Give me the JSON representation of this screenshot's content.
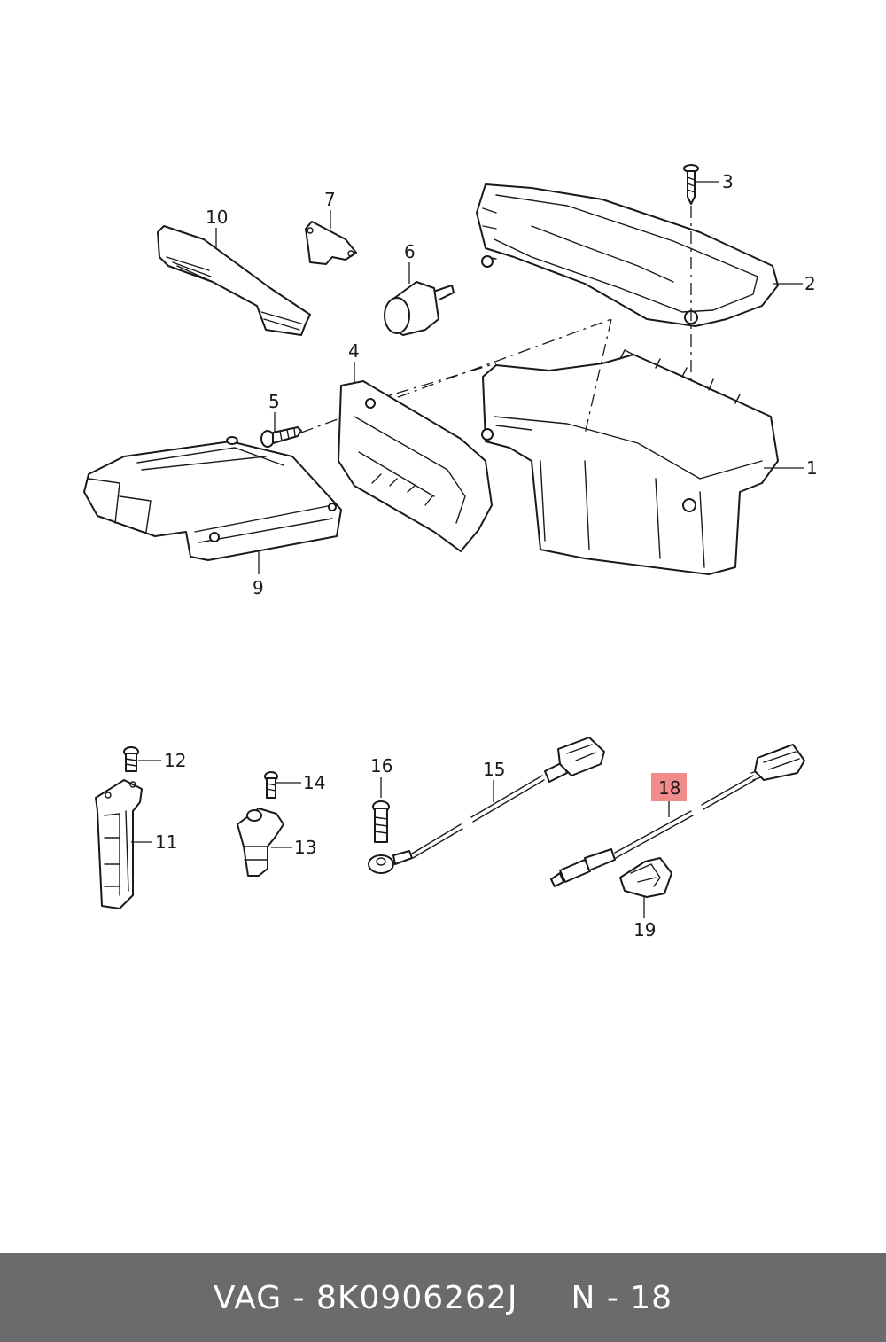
{
  "callouts": [
    "1",
    "2",
    "3",
    "4",
    "5",
    "6",
    "7",
    "9",
    "10",
    "11",
    "12",
    "13",
    "14",
    "15",
    "16",
    "18",
    "19"
  ],
  "highlighted_callout": "18",
  "colors": {
    "highlight": "#f28c8c",
    "footer_bg": "#6b6b6b",
    "footer_text": "#ffffff",
    "line": "#1a1a1a"
  },
  "footer": {
    "part_ref": "VAG - 8K0906262J",
    "position_ref": "N - 18"
  }
}
